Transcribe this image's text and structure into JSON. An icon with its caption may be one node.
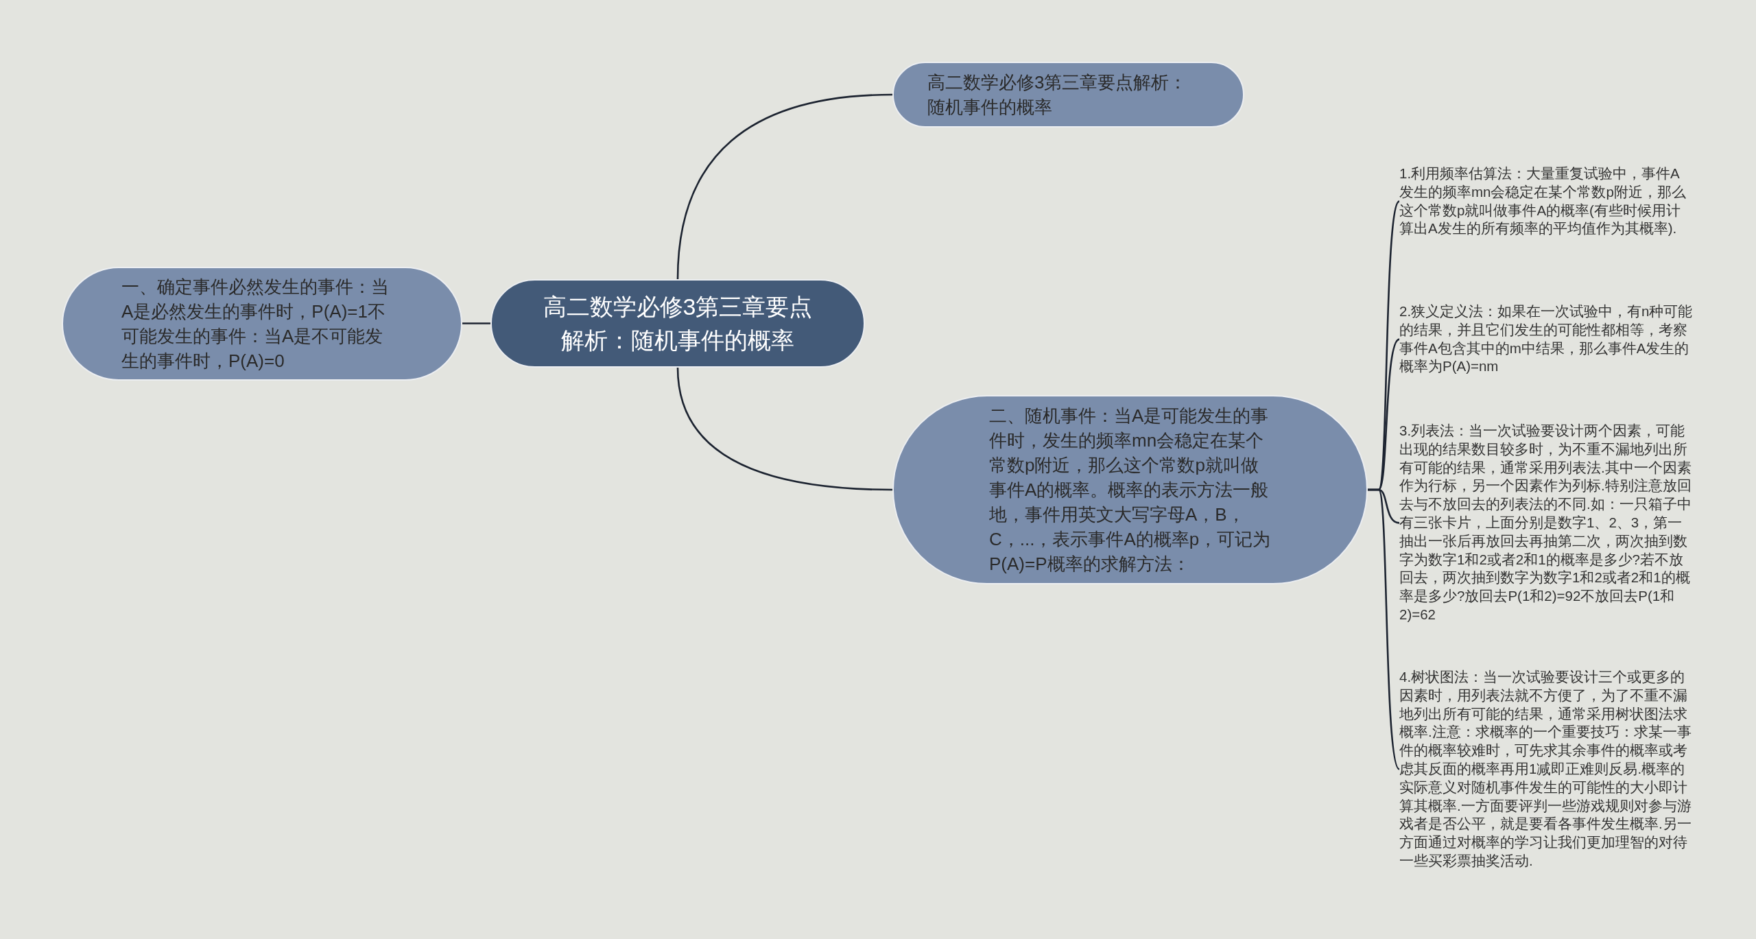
{
  "diagram": {
    "nodes": [
      {
        "text": [
          "高二数学必修3第三章要点解析：随机事件的概率"
        ]
      },
      {
        "text": [
          "高二数学必修3第三章要点解析：随机事件的概率"
        ]
      },
      {
        "text": [
          "一、确定事件必然发生的事件：当A是必然发生的事件时，P(A)=1不可能发生的事件：当A是不可能发生的事件时，P(A)=0"
        ]
      },
      {
        "text": [
          "二、随机事件：当A是可能发生的事件时，发生的频率mn会稳定在某个常数p附近，那么这个常数p就叫做事件A的概率。概率的表示方法一般地，事件用英文大写字母A，B，C，...，表示事件A的概率p，可记为P(A)=P概率的求解方法："
        ]
      },
      {
        "text": [
          "1.利用频率估算法：大量重复试验中，事件A发生的频率mn会稳定在某个常数p附近，那么这个常数p就叫做事件A的概率(有些时候用计算出A发生的所有频率的平均值作为其概率)."
        ]
      },
      {
        "text": [
          "2.狭义定义法：如果在一次试验中，有n种可能的结果，并且它们发生的可能性都相等，考察事件A包含其中的m中结果，那么事件A发生的概率为P(A)=nm"
        ]
      },
      {
        "text": [
          "3.列表法：当一次试验要设计两个因素，可能出现的结果数目较多时，为不重不漏地列出所有可能的结果，通常采用列表法.其中一个因素作为行标，另一个因素作为列标.特别注意放回去与不放回去的列表法的不同.如：一只箱子中有三张卡片，上面分别是数字1、2、3，第一抽出一张后再放回去再抽第二次，两次抽到数字为数字1和2或者2和1的概率是多少?若不放回去，两次抽到数字为数字1和2或者2和1的概率是多少?放回去P(1和2)=92不放回去P(1和2)=62"
        ]
      },
      {
        "text": [
          "4.树状图法：当一次试验要设计三个或更多的因素时，用列表法就不方便了，为了不重不漏地列出所有可能的结果，通常采用树状图法求概率.注意：求概率的一个重要技巧：求某一事件的概率较难时，可先求其余事件的概率或考虑其反面的概率再用1减即正难则反易.概率的实际意义对随机事件发生的可能性的大小即计算其概率.一方面要评判一些游戏规则对参与游戏者是否公平，就是要看各事件发生概率.另一方面通过对概率的学习让我们更加理智的对待一些买彩票抽奖活动."
        ]
      }
    ],
    "edges": [
      {
        "from": 0,
        "to": 1,
        "arrow": "none"
      },
      {
        "from": 0,
        "to": 2,
        "arrow": "none"
      },
      {
        "from": 0,
        "to": 3,
        "arrow": "none"
      },
      {
        "from": 3,
        "to": 4,
        "arrow": "none"
      },
      {
        "from": 3,
        "to": 5,
        "arrow": "none"
      },
      {
        "from": 3,
        "to": 6,
        "arrow": "none"
      },
      {
        "from": 3,
        "to": 7,
        "arrow": "none"
      }
    ]
  }
}
